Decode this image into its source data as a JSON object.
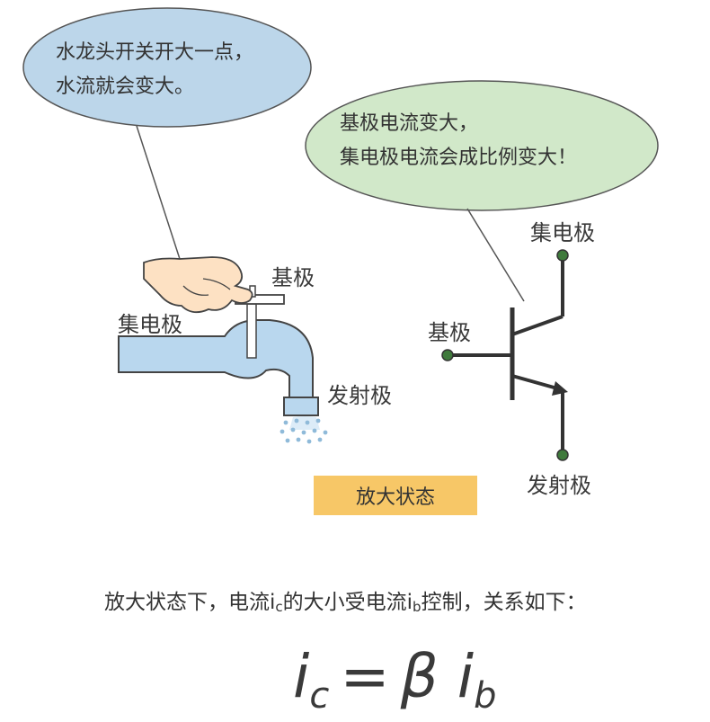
{
  "bubble_left": {
    "line1": "水龙头开关开大一点，",
    "line2": "水流就会变大。",
    "color": "#bcd6ea"
  },
  "bubble_right": {
    "line1": "基极电流变大，",
    "line2": "集电极电流会成比例变大！",
    "color": "#d1e8c9"
  },
  "faucet": {
    "base_label": "基极",
    "collector_label": "集电极",
    "emitter_label": "发射极",
    "pipe_color": "#b9d7ee"
  },
  "transistor": {
    "collector_label": "集电极",
    "base_label": "基极",
    "emitter_label": "发射极",
    "terminal_color": "#3f7a3c"
  },
  "state_label": "放大状态",
  "caption": {
    "part1": "放大状态下，电流i",
    "sub1": "c",
    "part2": "的大小受电流i",
    "sub2": "b",
    "part3": "控制，关系如下："
  },
  "formula": {
    "lhs": "i",
    "lhs_sub": "c",
    "eq": "=",
    "beta": "β",
    "rhs": "i",
    "rhs_sub": "b"
  }
}
